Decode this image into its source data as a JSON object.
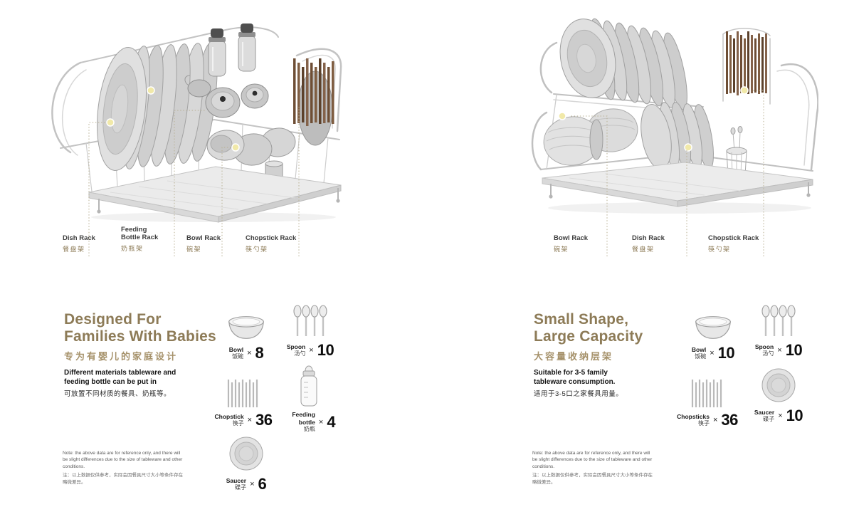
{
  "times_symbol": "×",
  "panels": [
    {
      "callouts": [
        {
          "en": "Dish Rack",
          "zh": "餐盘架"
        },
        {
          "en": "Feeding Bottle Rack",
          "zh": "奶瓶架"
        },
        {
          "en": "Bowl Rack",
          "zh": "碗架"
        },
        {
          "en": "Chopstick Rack",
          "zh": "筷勺架"
        }
      ],
      "heading": {
        "line1": "Designed For",
        "line2": "Families With Babies"
      },
      "subtitle_zh": "专为有婴儿的家庭设计",
      "desc_en": "Different materials tableware and feeding bottle can be put in",
      "desc_zh": "可放置不同材质的餐具、奶瓶等。",
      "capacities": [
        {
          "name_en": "Bowl",
          "name_zh": "饭碗",
          "count": "8"
        },
        {
          "name_en": "Spoon",
          "name_zh": "汤勺",
          "count": "10"
        },
        {
          "name_en": "Chopstick",
          "name_zh": "筷子",
          "count": "36"
        },
        {
          "name_en": "Feeding bottle",
          "name_zh": "奶瓶",
          "count": "4"
        },
        {
          "name_en": "Saucer",
          "name_zh": "碟子",
          "count": "6"
        }
      ],
      "note_en": "Note: the above data are for reference only, and there will be slight differences due to the size of tableware and other conditions.",
      "note_zh": "注：以上数据仅供参考，实际会因餐具尺寸大小等条件存在略微差异。"
    },
    {
      "callouts": [
        {
          "en": "Bowl Rack",
          "zh": "碗架"
        },
        {
          "en": "Dish Rack",
          "zh": "餐盘架"
        },
        {
          "en": "Chopstick Rack",
          "zh": "筷勺架"
        }
      ],
      "heading": {
        "line1": "Small Shape,",
        "line2": "Large Capacity"
      },
      "subtitle_zh": "大容量收纳层架",
      "desc_en": "Suitable for 3-5 family tableware consumption.",
      "desc_zh": "适用于3-5口之家餐具用量。",
      "capacities": [
        {
          "name_en": "Bowl",
          "name_zh": "饭碗",
          "count": "10"
        },
        {
          "name_en": "Spoon",
          "name_zh": "汤勺",
          "count": "10"
        },
        {
          "name_en": "Chopsticks",
          "name_zh": "筷子",
          "count": "36"
        },
        {
          "name_en": "Saucer",
          "name_zh": "碟子",
          "count": "10"
        }
      ],
      "note_en": "Note: the above data are for reference only, and there will be slight differences due to the size of tableware and other conditions.",
      "note_zh": "注：以上数据仅供参考，实际会因餐具尺寸大小等条件存在略微差异。"
    }
  ]
}
